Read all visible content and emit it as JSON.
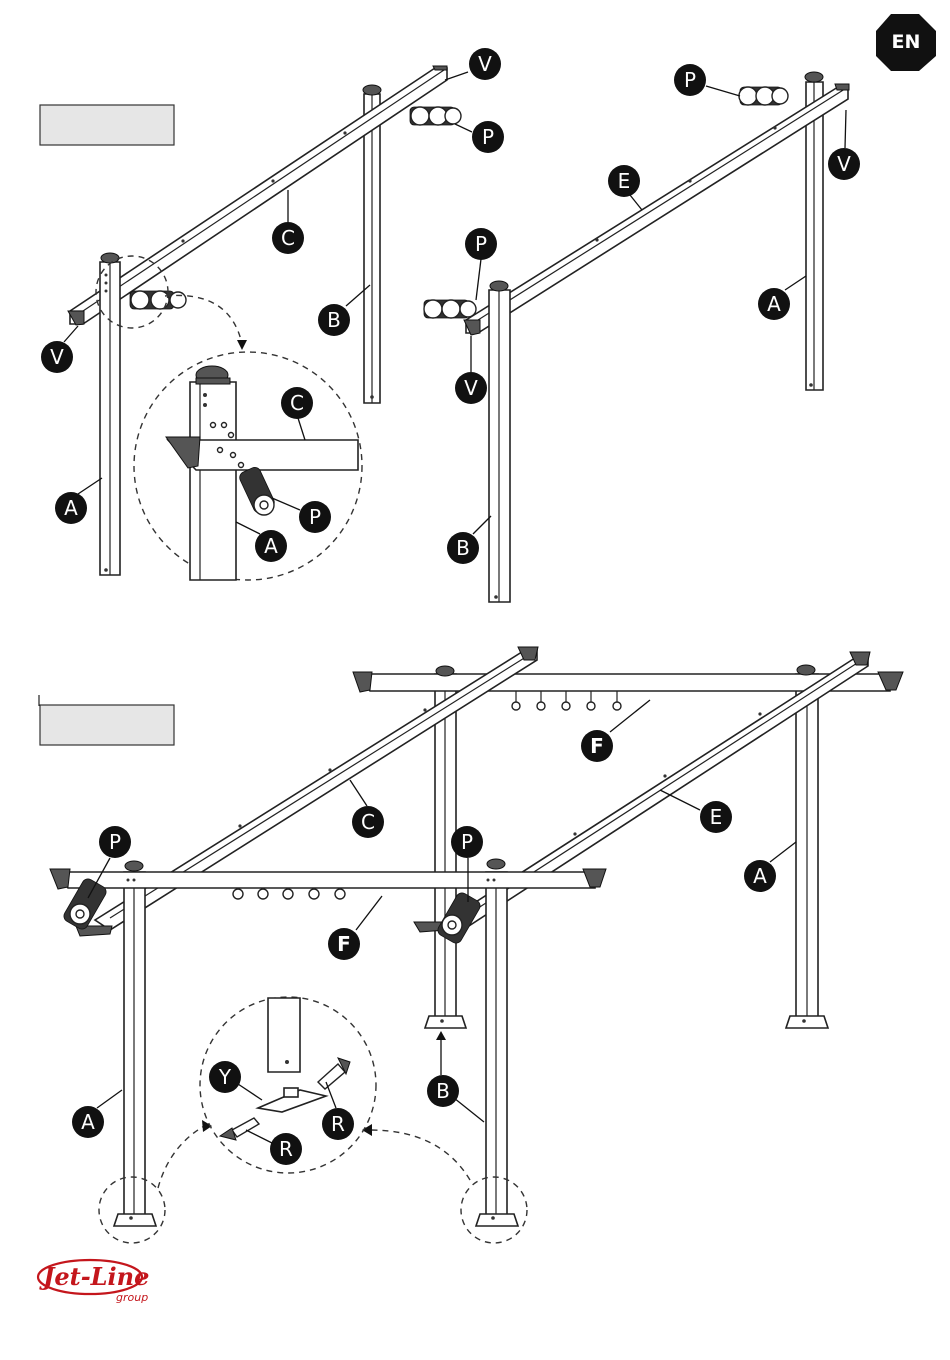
{
  "language_badge": "EN",
  "step_boxes": [
    "",
    ""
  ],
  "logo": {
    "text": "Jet-Line",
    "subtext": "group"
  },
  "labels": {
    "V": "V",
    "P": "P",
    "C": "C",
    "B": "B",
    "A": "A",
    "E": "E",
    "F": "F",
    "Y": "Y",
    "R": "R"
  },
  "colors": {
    "ink": "#111111",
    "badge": "#111111",
    "logo": "#c4161c",
    "step_box": "#e6e6e6"
  }
}
